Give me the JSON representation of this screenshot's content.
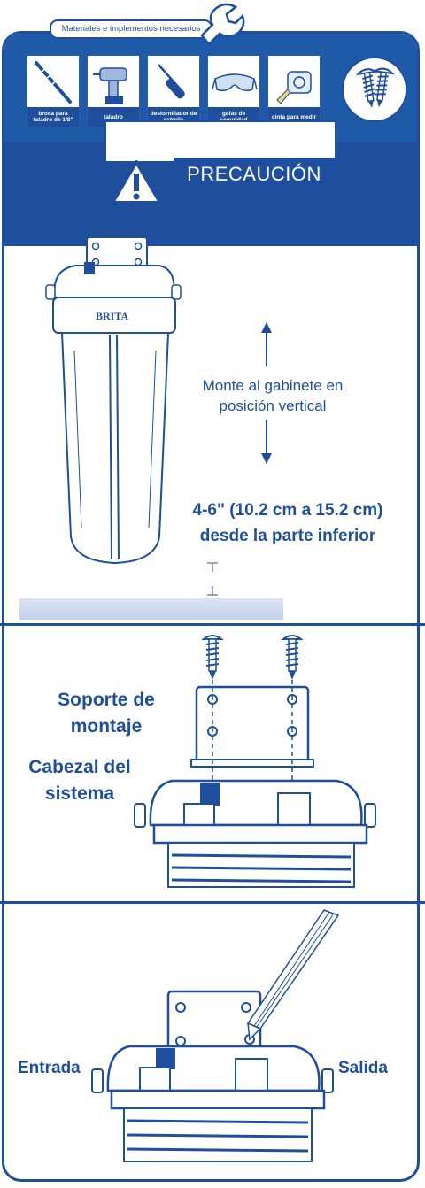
{
  "header": {
    "tab_label": "Materiales e implementos necesarios"
  },
  "tools": [
    {
      "icon": "drill-bit-icon",
      "label": "broca para taladro de 1/8\""
    },
    {
      "icon": "power-drill-icon",
      "label": "taladro"
    },
    {
      "icon": "screwdriver-icon",
      "label": "destornillador de estrella"
    },
    {
      "icon": "safety-goggles-icon",
      "label": "gafas de seguridad"
    },
    {
      "icon": "tape-measure-icon",
      "label": "cinta para medir"
    }
  ],
  "caution": {
    "title": "PRECAUCIÓN"
  },
  "step1": {
    "brand": "BRITA",
    "mount_note": "Monte al gabinete en posición vertical",
    "distance_note_line1": "4-6\" (10.2 cm a 15.2 cm)",
    "distance_note_line2": "desde la parte inferior"
  },
  "step2": {
    "bracket_label_line1": "Soporte de",
    "bracket_label_line2": "montaje",
    "head_label_line1": "Cabezal del",
    "head_label_line2": "sistema"
  },
  "step3": {
    "inlet_label": "Entrada",
    "outlet_label": "Salida"
  },
  "colors": {
    "brand_blue": "#1f4f9c",
    "tools_bar_blue": "#1f5aa8",
    "shelf_blue": "#c9d6ec"
  }
}
